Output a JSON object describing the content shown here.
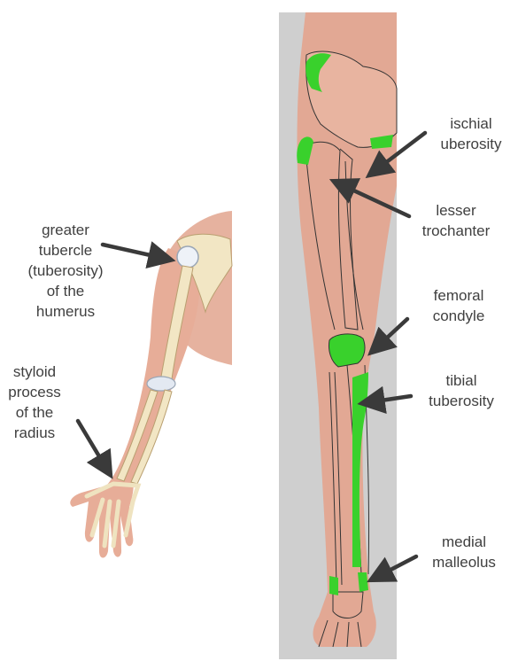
{
  "labels": {
    "greater_tubercle": [
      "greater",
      "tubercle",
      "(tuberosity)",
      "of the",
      "humerus"
    ],
    "styloid_process": [
      "styloid",
      "process",
      "of the",
      "radius"
    ],
    "ischial_tuberosity": [
      "ischial",
      "uberosity"
    ],
    "lesser_trochanter": [
      "lesser",
      "trochanter"
    ],
    "femoral_condyle": [
      "femoral",
      "condyle"
    ],
    "tibial_tuberosity": [
      "tibial",
      "tuberosity"
    ],
    "medial_malleolus": [
      "medial",
      "malleolus"
    ]
  },
  "colors": {
    "label_text": "#404040",
    "arrow": "#3a3a3a",
    "landmark_highlight": "#39d12c",
    "bone": "#f2e6c4",
    "skin": "#e7ad98",
    "leg_background": "#cfcfcf"
  }
}
